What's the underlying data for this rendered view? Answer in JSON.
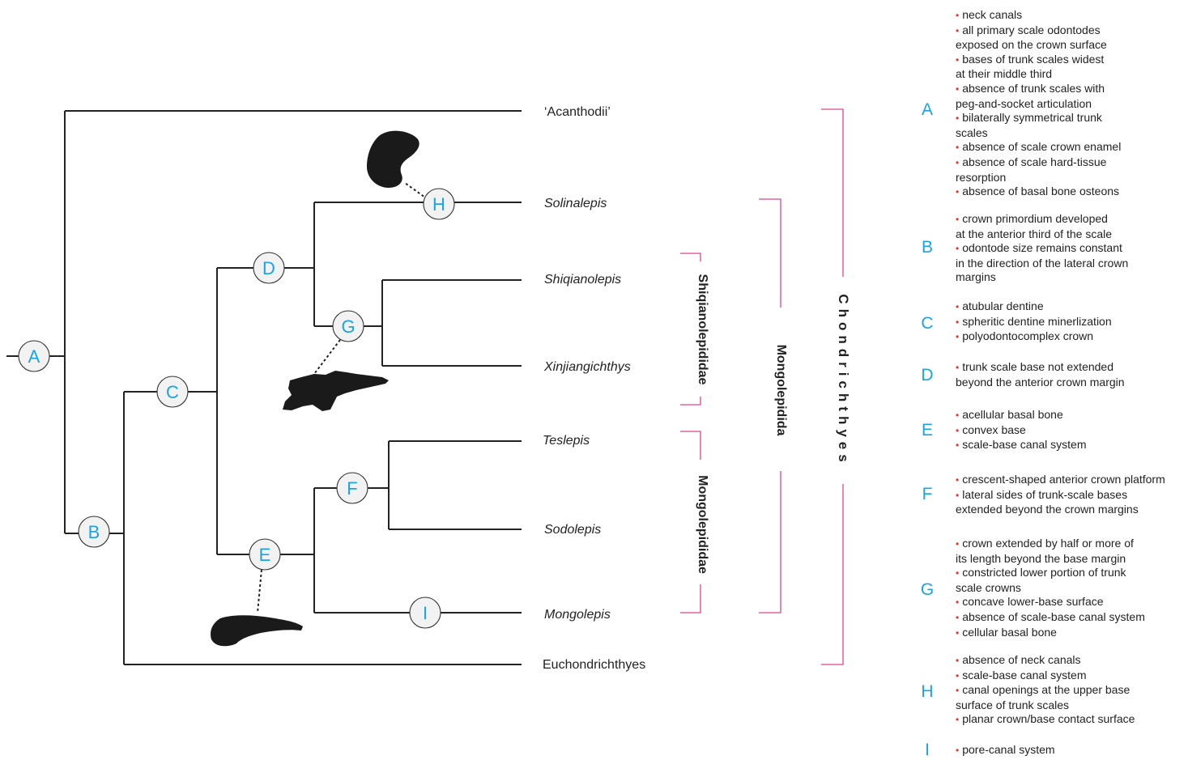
{
  "colors": {
    "node_letter": "#1aa3e8",
    "bracket": "#e0468a",
    "bullet": "#e8312a",
    "branch": "#222222"
  },
  "taxa": [
    {
      "id": "acanthodii",
      "label": "‘Acanthodii’",
      "italic": false
    },
    {
      "id": "solinalepis",
      "label": "Solinalepis",
      "italic": true
    },
    {
      "id": "shiqianolepis",
      "label": "Shiqianolepis",
      "italic": true
    },
    {
      "id": "xinjiangichthys",
      "label": "Xinjiangichthys",
      "italic": true
    },
    {
      "id": "teslepis",
      "label": "Teslepis",
      "italic": true
    },
    {
      "id": "sodolepis",
      "label": "Sodolepis",
      "italic": true
    },
    {
      "id": "mongolepis",
      "label": "Mongolepis",
      "italic": true
    },
    {
      "id": "euchondrichthyes",
      "label": "Euchondrichthyes",
      "italic": false
    }
  ],
  "nodes": [
    "A",
    "B",
    "C",
    "D",
    "E",
    "F",
    "G",
    "H",
    "I"
  ],
  "clades": {
    "shiqianolepididae": "Shiqianolepididae",
    "mongolepididae": "Mongolepididae",
    "mongolepidida": "Mongolepidida",
    "chondrichthyes": "Chondrichthyes"
  },
  "silhouettes": [
    "scale-silhouette-H",
    "scale-silhouette-G",
    "scale-silhouette-E"
  ],
  "legend": [
    {
      "letter": "A",
      "items": [
        "neck canals",
        "all primary scale odontodes\nexposed on the crown surface",
        "bases of trunk scales widest\nat their middle third",
        "absence of trunk scales with\npeg-and-socket articulation",
        "bilaterally symmetrical trunk\nscales",
        "absence of scale crown enamel",
        "absence of scale hard-tissue\nresorption",
        "absence of basal bone osteons"
      ]
    },
    {
      "letter": "B",
      "items": [
        "crown primordium developed\nat the anterior third of the scale",
        "odontode size remains constant\n in the direction of the lateral crown\nmargins"
      ]
    },
    {
      "letter": "C",
      "items": [
        "atubular dentine",
        "spheritic dentine minerlization",
        "polyodontocomplex crown"
      ]
    },
    {
      "letter": "D",
      "items": [
        "trunk scale base not extended\nbeyond the anterior crown margin"
      ]
    },
    {
      "letter": "E",
      "items": [
        "acellular basal bone",
        "convex base",
        "scale-base canal system"
      ]
    },
    {
      "letter": "F",
      "items": [
        "crescent-shaped anterior crown platform",
        "lateral sides of trunk-scale bases\nextended beyond the crown margins"
      ]
    },
    {
      "letter": "G",
      "items": [
        "crown extended by half or more of\nits length beyond the base margin",
        "constricted lower portion of trunk\nscale crowns",
        "concave lower-base surface",
        "absence of scale-base canal system",
        "cellular basal bone"
      ]
    },
    {
      "letter": "H",
      "items": [
        "absence of neck canals",
        "scale-base canal system",
        "canal openings at the upper base\nsurface of trunk scales",
        "planar crown/base contact surface"
      ]
    },
    {
      "letter": "I",
      "items": [
        "pore-canal system"
      ]
    }
  ]
}
